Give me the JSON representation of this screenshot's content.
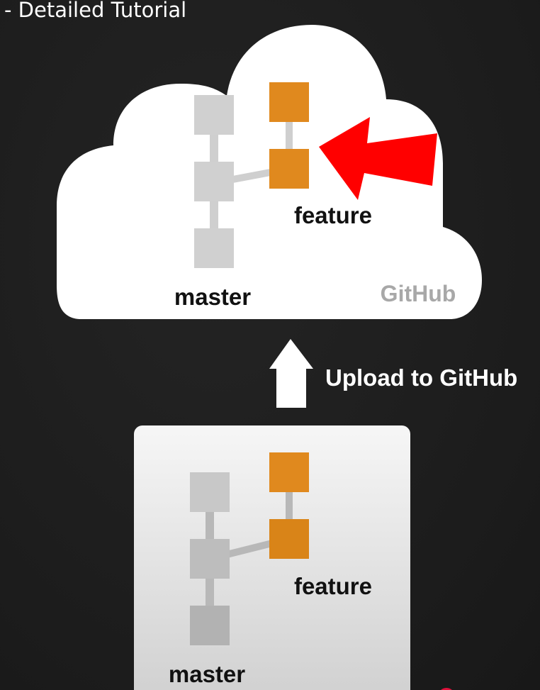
{
  "video_title": "- Detailed Tutorial",
  "remote": {
    "host_label": "GitHub",
    "master_label": "master",
    "feature_label": "feature"
  },
  "upload": {
    "label": "Upload to GitHub"
  },
  "local": {
    "master_label": "master",
    "feature_label": "feature"
  },
  "colors": {
    "background": "#1e1e1e",
    "cloud": "#ffffff",
    "master_commit": "#d0d0d0",
    "feature_commit": "#e0891e",
    "arrow_red": "#ff0000",
    "host_label": "#a8a8a8"
  }
}
